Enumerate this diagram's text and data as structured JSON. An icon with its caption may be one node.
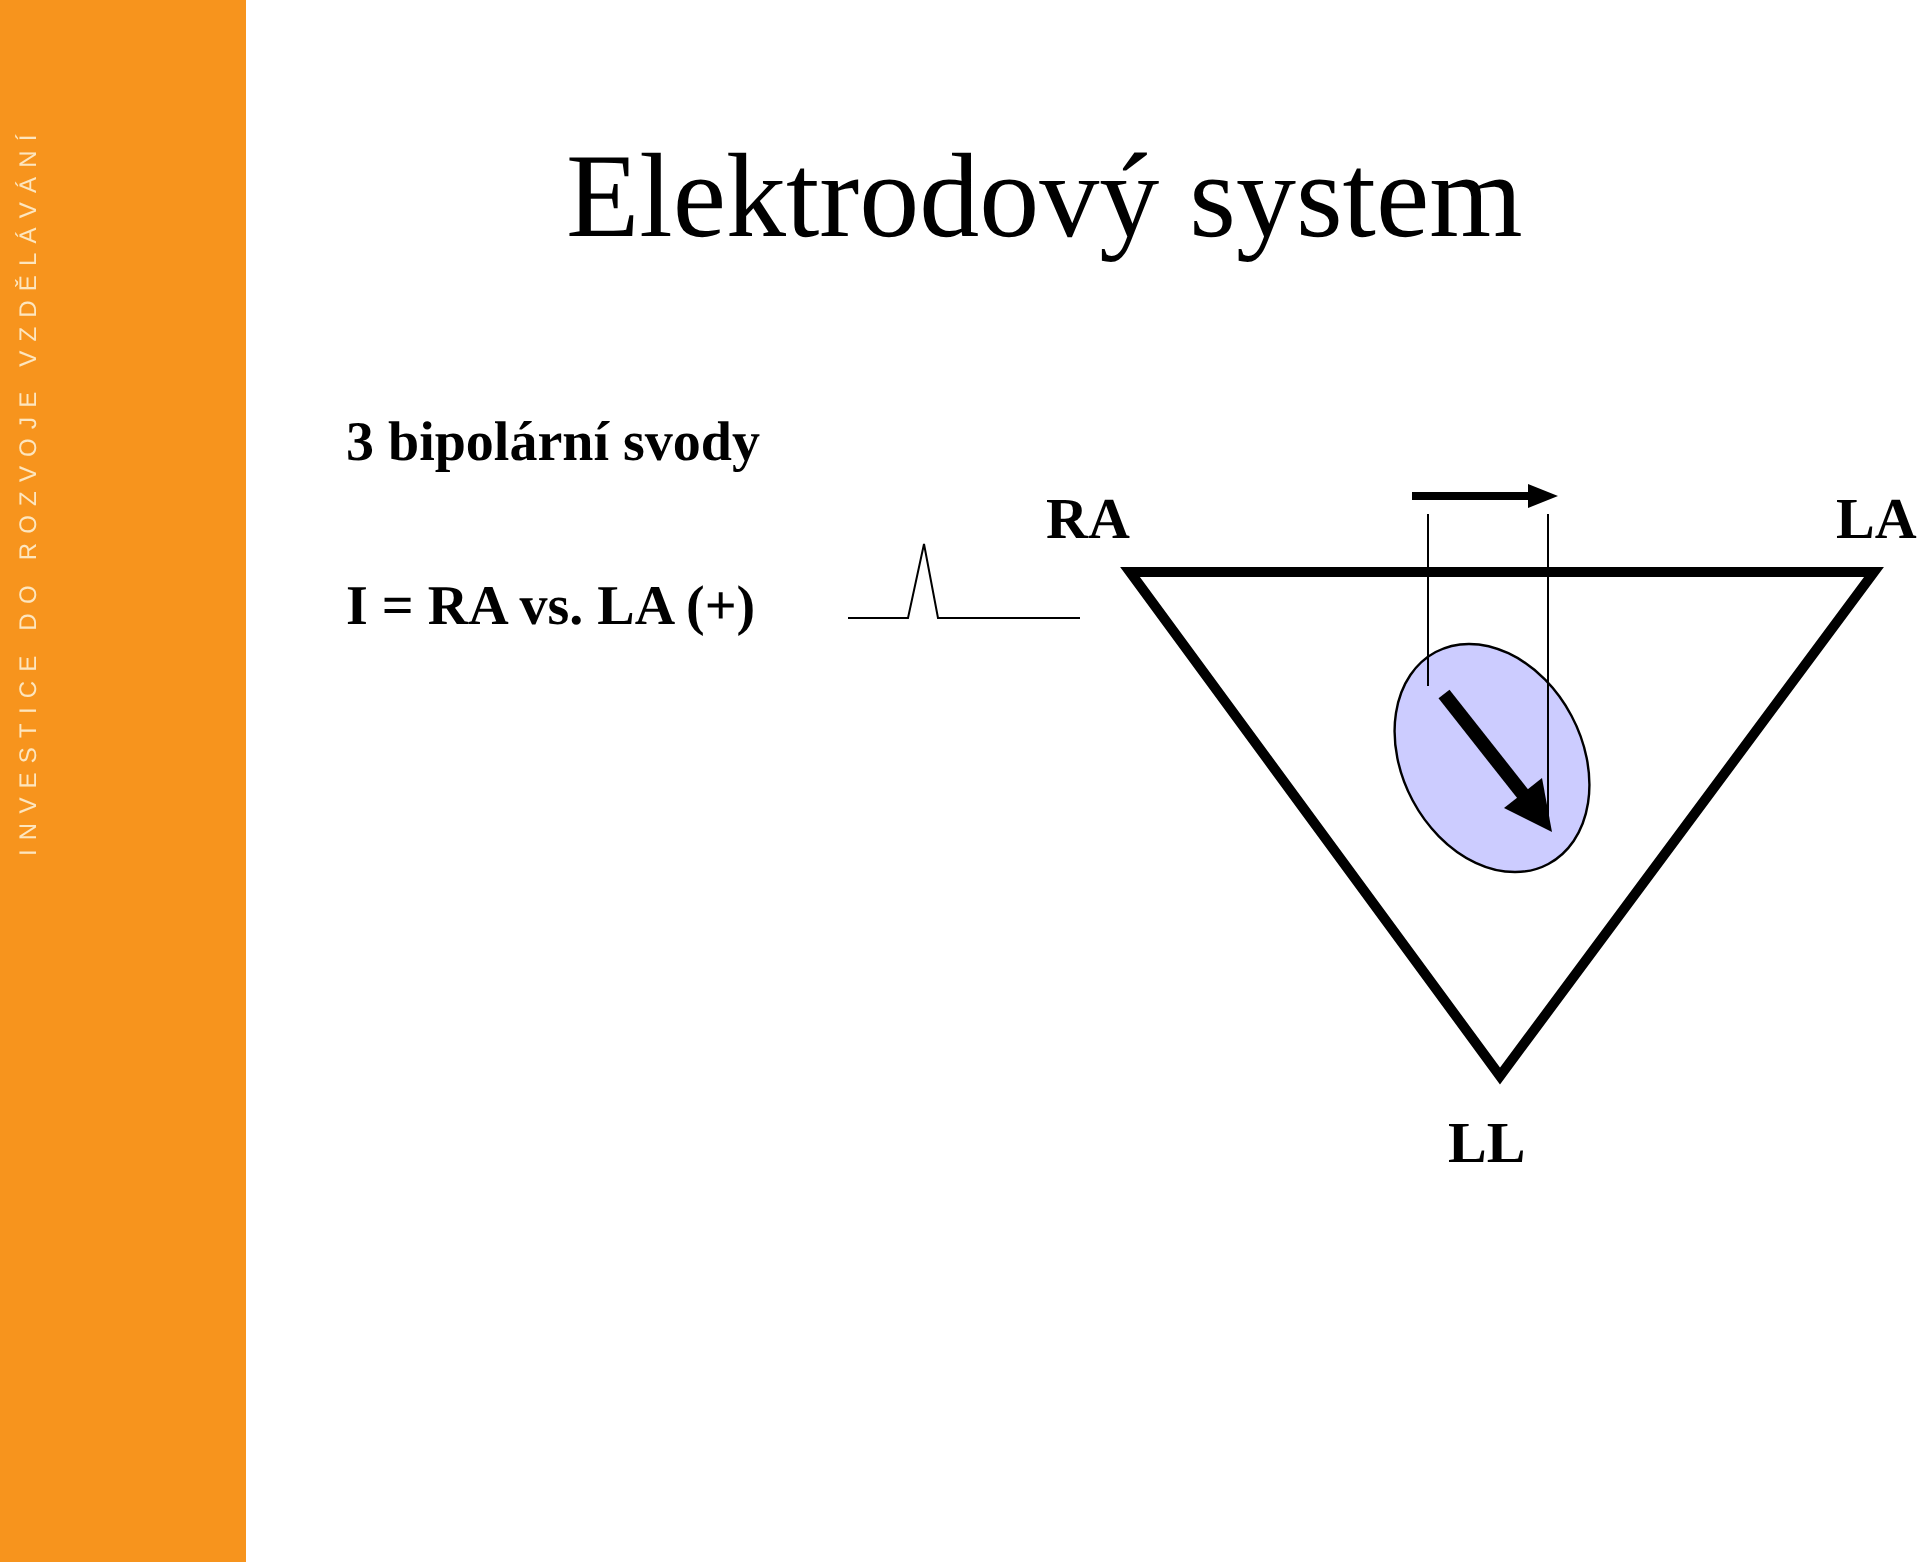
{
  "diagram": {
    "title": "Elektrodový system",
    "labels": [
      "INVESTICE DO ROZVOJE VZDĚLÁVÁNÍ",
      "3 bipolární svody",
      "I = RA vs. LA (+)",
      "RA",
      "LA",
      "LL"
    ]
  }
}
